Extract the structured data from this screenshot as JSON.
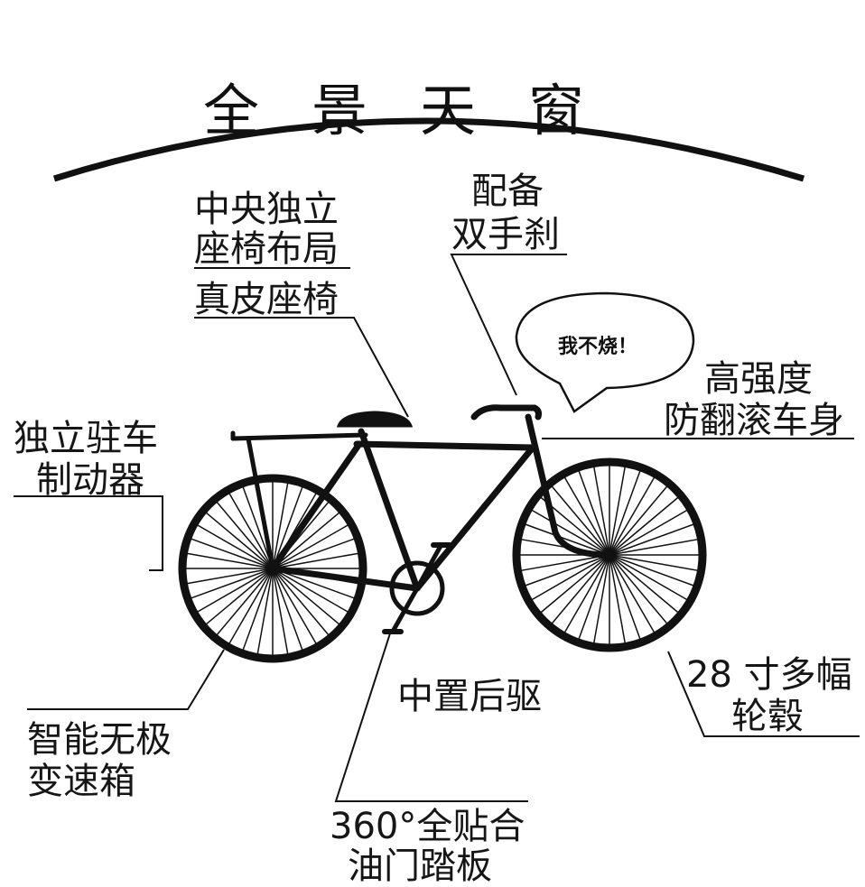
{
  "title": "全景天窗",
  "labels": {
    "center_seat_1": "中央独立",
    "center_seat_2": "座椅布局",
    "leather_seat": "真皮座椅",
    "handbrake_1": "配备",
    "handbrake_2": "双手刹",
    "bubble": "我不烧！",
    "body_1": "高强度",
    "body_2": "防翻滚车身",
    "parking_1": "独立驻车",
    "parking_2": "制动器",
    "wheel_1": "28 寸多幅",
    "wheel_2": "轮毂",
    "drive": "中置后驱",
    "gearbox_1": "智能无极",
    "gearbox_2": "变速箱",
    "pedal_1": "360°全贴合",
    "pedal_2": "油门踏板"
  },
  "colors": {
    "ink": "#111111",
    "background": "#ffffff"
  }
}
